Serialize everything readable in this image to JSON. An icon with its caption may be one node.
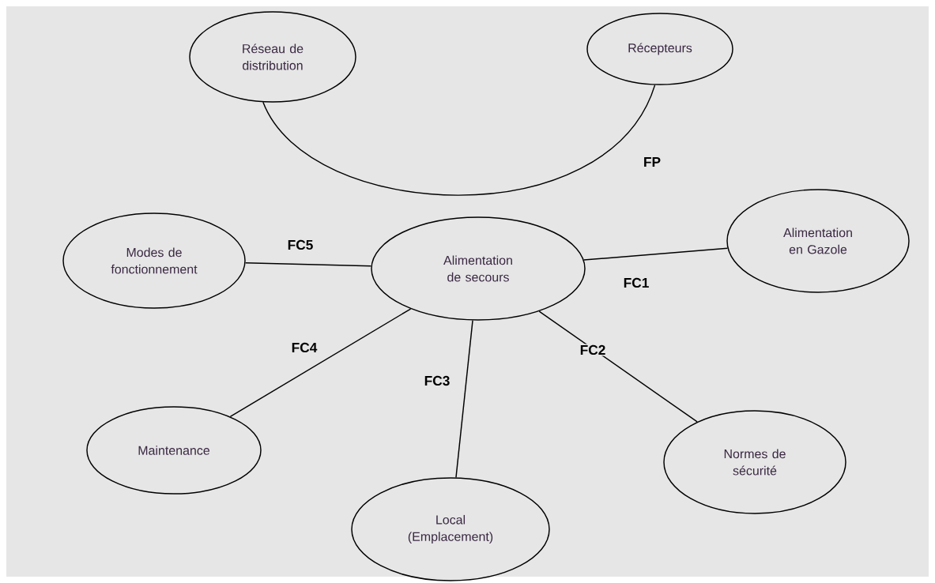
{
  "diagram": {
    "nodes": [
      {
        "text": [
          "Réseau de distribution"
        ]
      },
      {
        "text": [
          "Récepteurs"
        ]
      },
      {
        "text": [
          "Modes de fonctionnement"
        ]
      },
      {
        "text": [
          "Alimentation de secours"
        ]
      },
      {
        "text": [
          "Alimentation en Gazole"
        ]
      },
      {
        "text": [
          "Maintenance"
        ]
      },
      {
        "text": [
          "Local (Emplacement)"
        ]
      },
      {
        "text": [
          "Normes de sécurité"
        ]
      }
    ],
    "edges": [
      {
        "from": 0,
        "to": 1,
        "arrow": "none",
        "label": "FP"
      },
      {
        "from": 2,
        "to": 3,
        "arrow": "none",
        "label": "FC5"
      },
      {
        "from": 3,
        "to": 4,
        "arrow": "none",
        "label": "FC1"
      },
      {
        "from": 3,
        "to": 7,
        "arrow": "none",
        "label": "FC2"
      },
      {
        "from": 3,
        "to": 6,
        "arrow": "none",
        "label": "FC3"
      },
      {
        "from": 3,
        "to": 5,
        "arrow": "none",
        "label": "FC4"
      }
    ]
  }
}
